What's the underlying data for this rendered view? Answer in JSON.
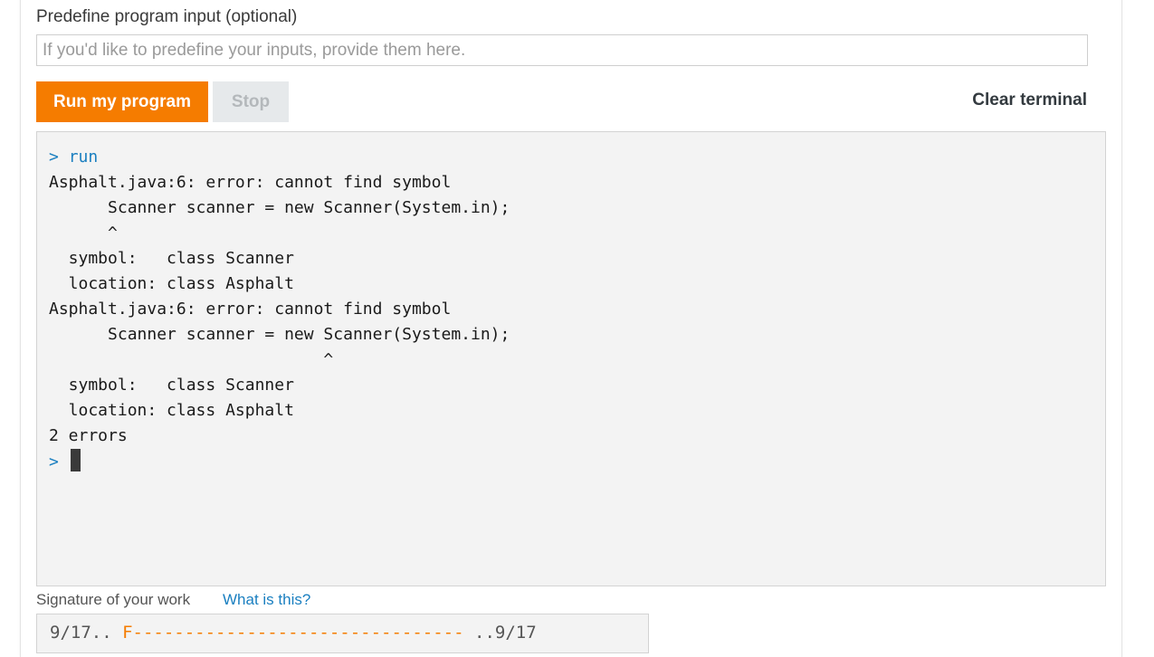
{
  "program_input": {
    "label": "Predefine program input (optional)",
    "placeholder": "If you'd like to predefine your inputs, provide them here.",
    "value": ""
  },
  "toolbar": {
    "run_label": "Run my program",
    "stop_label": "Stop",
    "clear_label": "Clear terminal"
  },
  "terminal": {
    "prompt_symbol": ">",
    "command": "run",
    "output_lines": [
      "Asphalt.java:6: error: cannot find symbol",
      "      Scanner scanner = new Scanner(System.in);",
      "      ^",
      "  symbol:   class Scanner",
      "  location: class Asphalt",
      "Asphalt.java:6: error: cannot find symbol",
      "      Scanner scanner = new Scanner(System.in);",
      "                            ^",
      "  symbol:   class Scanner",
      "  location: class Asphalt",
      "2 errors"
    ]
  },
  "signature": {
    "label": "Signature of your work",
    "help_link": "What is this?",
    "prefix": "9/17.. ",
    "mark": "F--------------------------------",
    "suffix": " ..9/17"
  },
  "colors": {
    "accent": "#f57c00",
    "link": "#1a7fc0",
    "terminal_bg": "#f3f3f3"
  }
}
